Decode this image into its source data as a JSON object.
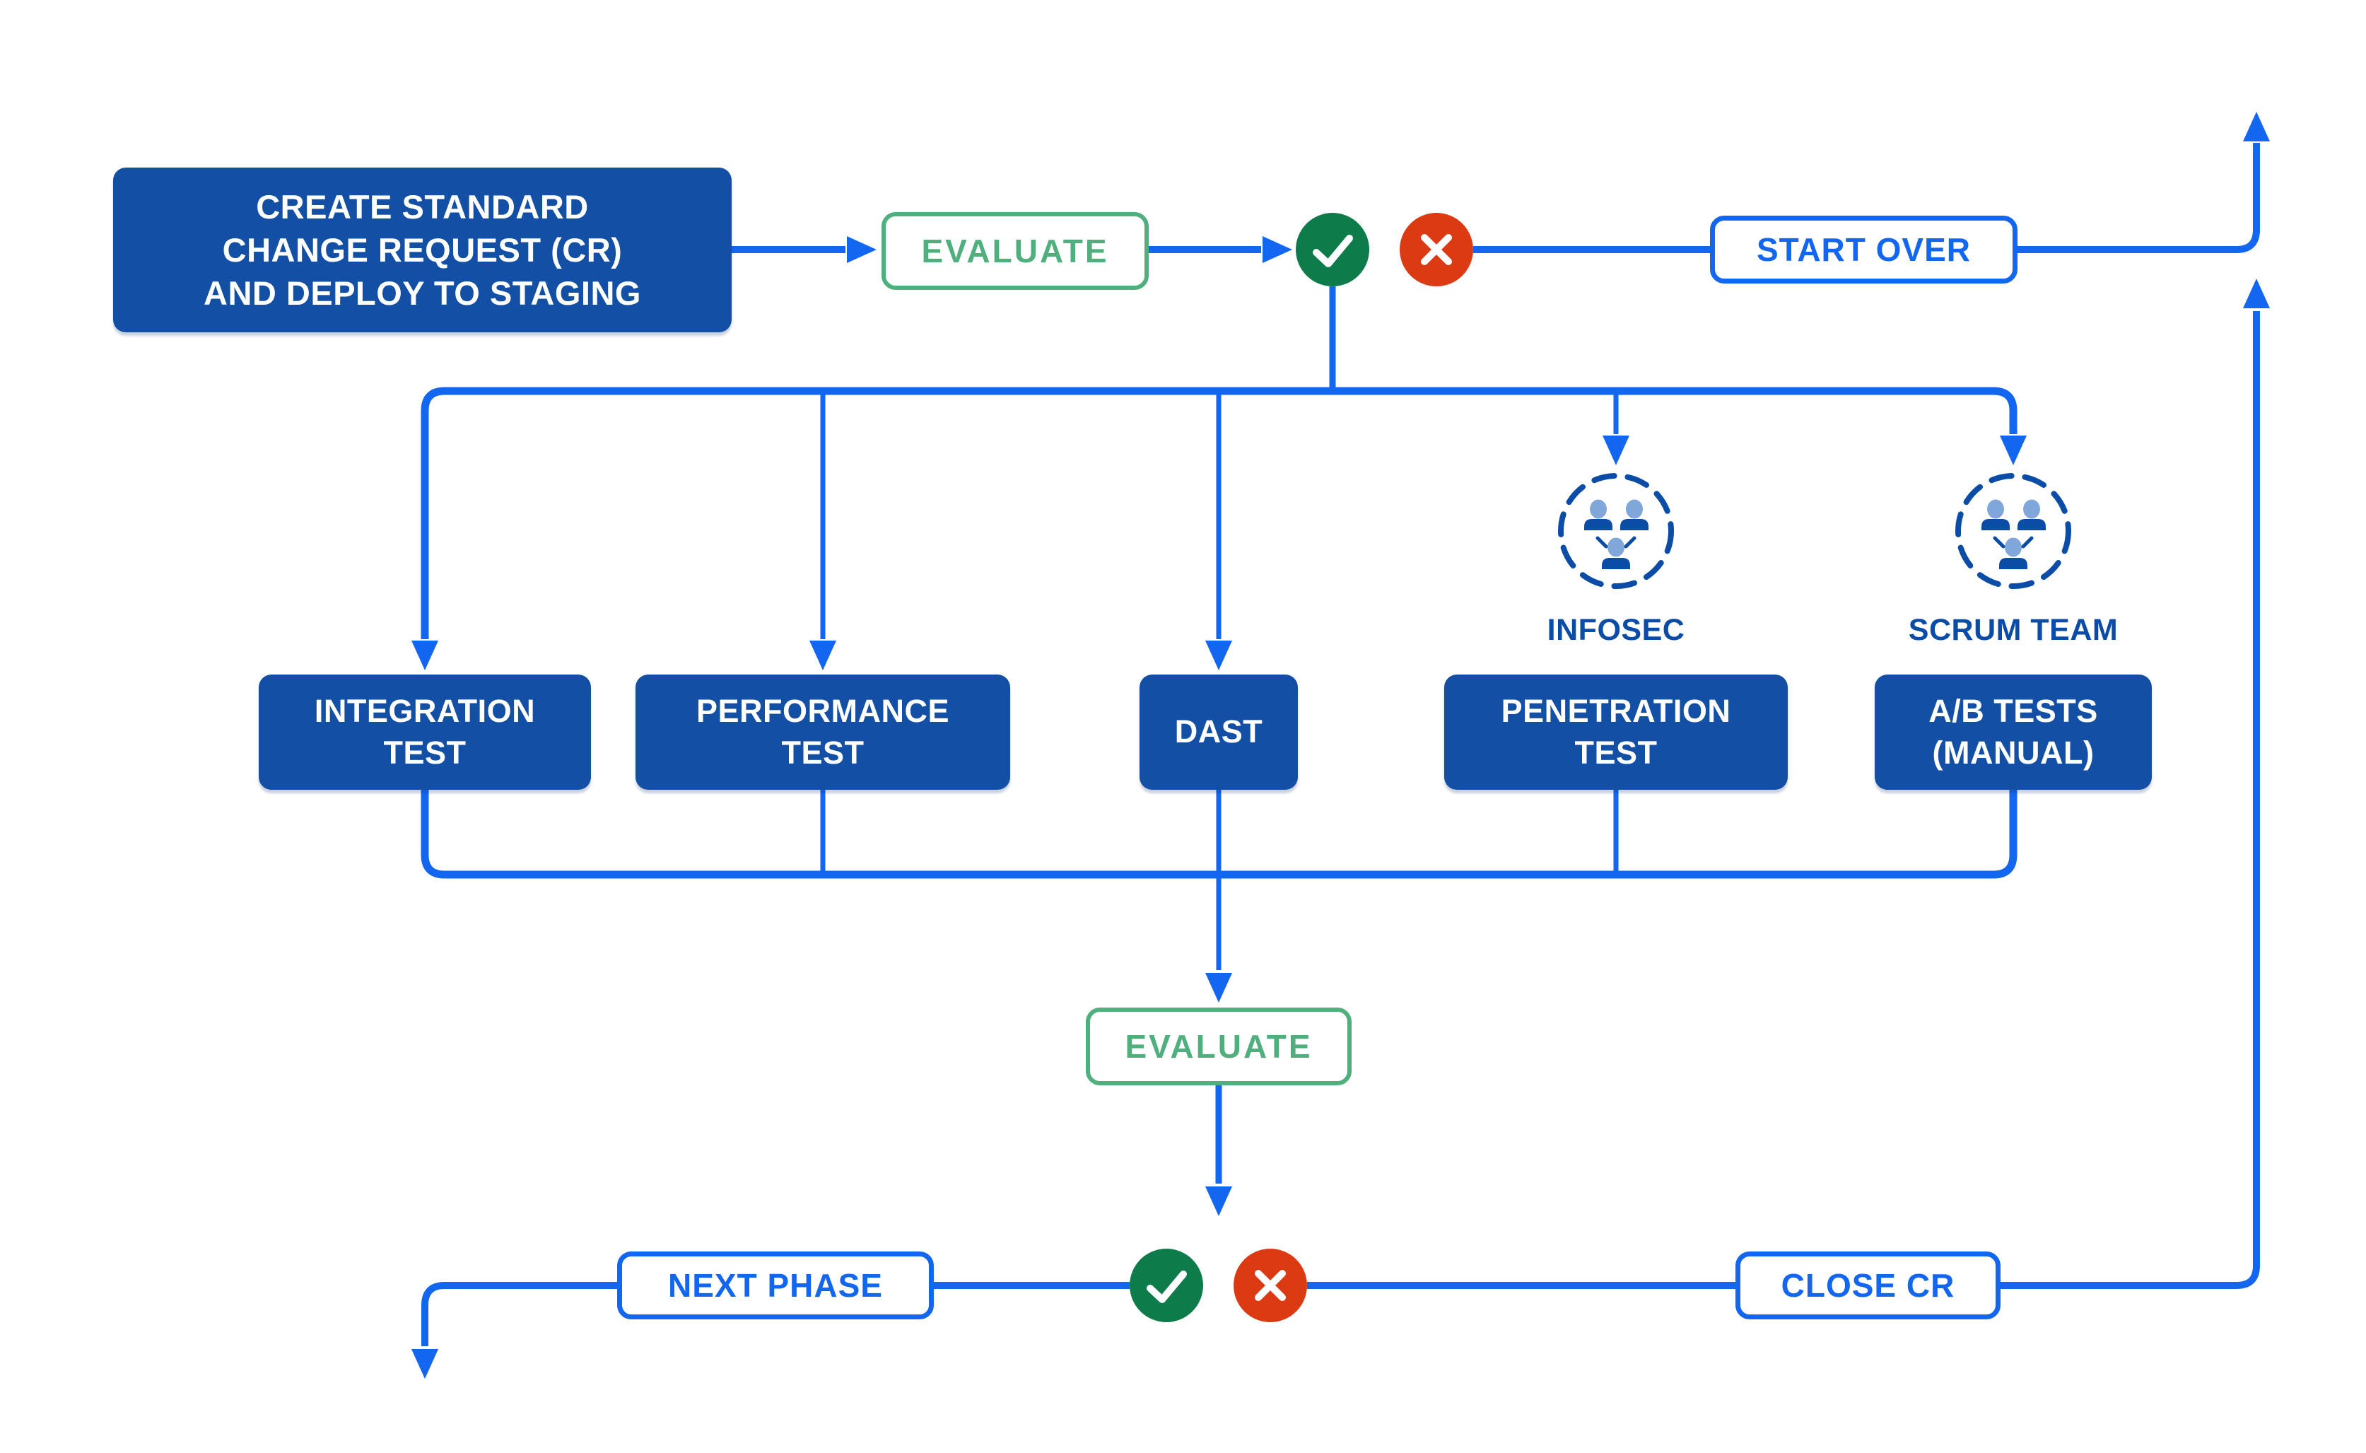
{
  "colors": {
    "line_blue": "#1366F0",
    "box_blue": "#1350A5",
    "dark_blue": "#0B4DA6",
    "head_blue": "#7FA7DA",
    "green_outline": "#4FAF7D",
    "success_green": "#0E7B4B",
    "fail_red": "#DB3A12",
    "background": "#FFFFFF"
  },
  "nodes": {
    "create_cr": {
      "label": [
        "CREATE STANDARD",
        "CHANGE REQUEST (CR)",
        "AND DEPLOY TO STAGING"
      ]
    },
    "evaluate_top": {
      "label": "EVALUATE"
    },
    "start_over": {
      "label": "START OVER"
    },
    "integration_test": {
      "label": [
        "INTEGRATION",
        "TEST"
      ]
    },
    "performance_test": {
      "label": [
        "PERFORMANCE",
        "TEST"
      ]
    },
    "dast": {
      "label": "DAST"
    },
    "penetration_test": {
      "label": [
        "PENETRATION",
        "TEST"
      ]
    },
    "ab_tests": {
      "label": [
        "A/B TESTS",
        "(MANUAL)"
      ]
    },
    "infosec": {
      "label": "INFOSEC"
    },
    "scrum_team": {
      "label": "SCRUM TEAM"
    },
    "evaluate_bottom": {
      "label": "EVALUATE"
    },
    "next_phase": {
      "label": "NEXT PHASE"
    },
    "close_cr": {
      "label": "CLOSE CR"
    }
  },
  "icons": {
    "pass": "check-icon",
    "fail": "x-icon",
    "team": "team-icon"
  }
}
